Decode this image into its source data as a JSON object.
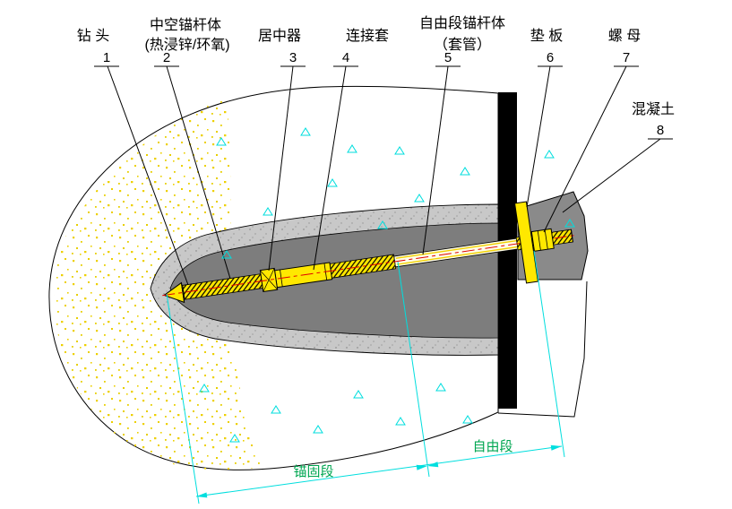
{
  "figure": {
    "type": "engineering-diagram",
    "subject": "hollow-grouted-rock-anchor-section",
    "callouts": [
      {
        "num": "1",
        "label": "钻 头",
        "label2": ""
      },
      {
        "num": "2",
        "label": "中空锚杆体",
        "label2": "(热浸锌/环氧)"
      },
      {
        "num": "3",
        "label": "居中器",
        "label2": ""
      },
      {
        "num": "4",
        "label": "连接套",
        "label2": ""
      },
      {
        "num": "5",
        "label": "自由段锚杆体",
        "label2": "（套管）"
      },
      {
        "num": "6",
        "label": "垫 板",
        "label2": ""
      },
      {
        "num": "7",
        "label": "螺 母",
        "label2": ""
      },
      {
        "num": "8",
        "label": "混凝土",
        "label2": ""
      }
    ],
    "dimension_labels": {
      "anchorage": "锚固段",
      "free_length": "自由段"
    },
    "colors": {
      "dimension_cyan": "#00dede",
      "dimension_text_green": "#00a651",
      "part_yellow": "#ffe800",
      "centerline_red": "#e00000",
      "grout_dark_gray": "#7d7d7d",
      "borehole_light_gray": "#c8c8c8",
      "wall_black": "#000000",
      "speckle_yellow": "#edd000"
    }
  }
}
